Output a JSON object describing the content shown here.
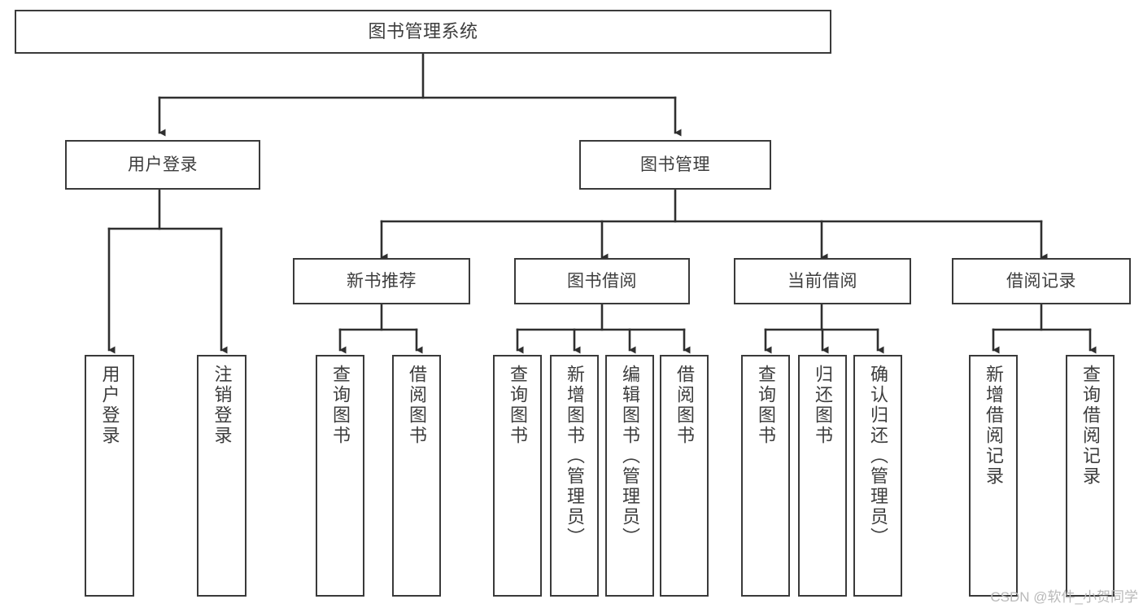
{
  "diagram": {
    "type": "tree-hierarchy-chart",
    "title": "图书管理系统",
    "orientation": "top-down",
    "colors": {
      "box_border": "#3a3a3a",
      "box_fill": "#ffffff",
      "edge": "#2f2f2f",
      "text": "#3d3d3d",
      "background": "#ffffff",
      "watermark": "#b9b9b9"
    },
    "root": {
      "id": "root",
      "label": "图书管理系统"
    },
    "level2": [
      {
        "id": "user-login",
        "label": "用户登录"
      },
      {
        "id": "book-management",
        "label": "图书管理"
      }
    ],
    "level3": [
      {
        "id": "new-book-recommend",
        "label": "新书推荐",
        "parent": "book-management"
      },
      {
        "id": "book-borrow",
        "label": "图书借阅",
        "parent": "book-management"
      },
      {
        "id": "current-borrow",
        "label": "当前借阅",
        "parent": "book-management"
      },
      {
        "id": "borrow-record",
        "label": "借阅记录",
        "parent": "book-management"
      }
    ],
    "leaves": [
      {
        "id": "leaf-user-login",
        "label": "用户登录",
        "parent": "user-login"
      },
      {
        "id": "leaf-logout-login",
        "label": "注销登录",
        "parent": "user-login"
      },
      {
        "id": "leaf-query-book-1",
        "label": "查询图书",
        "parent": "new-book-recommend"
      },
      {
        "id": "leaf-borrow-book-1",
        "label": "借阅图书",
        "parent": "new-book-recommend"
      },
      {
        "id": "leaf-query-book-2",
        "label": "查询图书",
        "parent": "book-borrow"
      },
      {
        "id": "leaf-add-book",
        "label": "新增图书（管理员）",
        "parent": "book-borrow"
      },
      {
        "id": "leaf-edit-book",
        "label": "编辑图书（管理员）",
        "parent": "book-borrow"
      },
      {
        "id": "leaf-borrow-book-2",
        "label": "借阅图书",
        "parent": "book-borrow"
      },
      {
        "id": "leaf-query-book-3",
        "label": "查询图书",
        "parent": "current-borrow"
      },
      {
        "id": "leaf-return-book",
        "label": "归还图书",
        "parent": "current-borrow"
      },
      {
        "id": "leaf-confirm-return",
        "label": "确认归还（管理员）",
        "parent": "current-borrow"
      },
      {
        "id": "leaf-add-record",
        "label": "新增借阅记录",
        "parent": "borrow-record"
      },
      {
        "id": "leaf-query-record",
        "label": "查询借阅记录",
        "parent": "borrow-record"
      }
    ],
    "watermark": "CSDN @软件_小贺同学"
  }
}
